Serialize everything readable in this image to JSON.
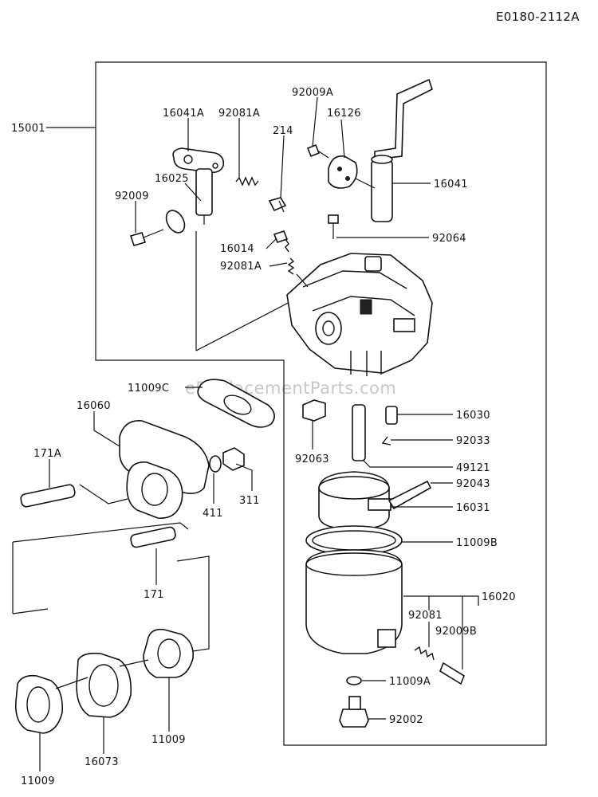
{
  "diagram": {
    "code": "E0180-2112A",
    "watermark": "eReplacementParts.com",
    "labels": [
      "15001",
      "16041A",
      "92081A",
      "214",
      "92009A",
      "16126",
      "16041",
      "16025",
      "92009",
      "16014",
      "92081A",
      "92064",
      "11009C",
      "16060",
      "16030",
      "171A",
      "92033",
      "92063",
      "49121",
      "92043",
      "411",
      "311",
      "16031",
      "11009B",
      "171",
      "16020",
      "92081",
      "92009B",
      "11009A",
      "92002",
      "16073",
      "11009",
      "11009"
    ]
  }
}
